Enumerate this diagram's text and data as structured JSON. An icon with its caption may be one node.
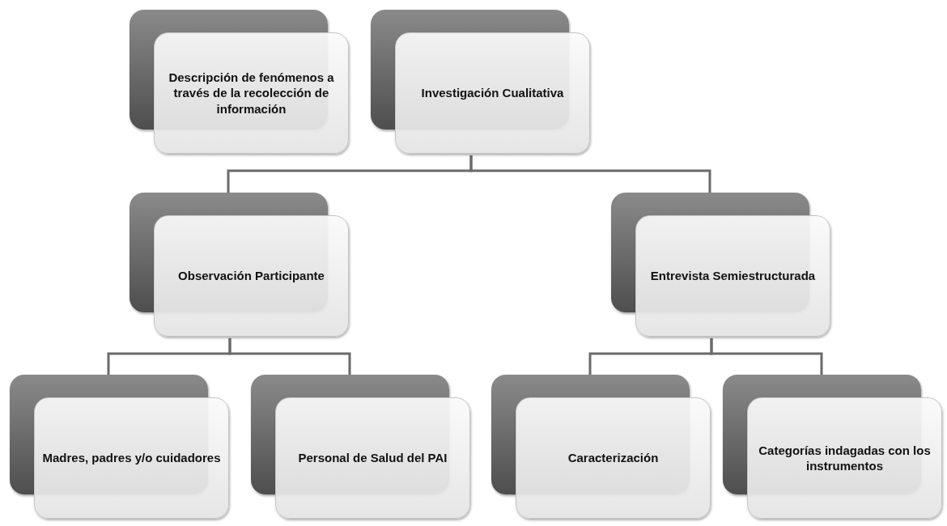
{
  "diagram": {
    "nodes": [
      {
        "text": [
          "Descripción de fenómenos a través de la recolección de información"
        ]
      },
      {
        "text": [
          "Investigación Cualitativa"
        ]
      },
      {
        "text": [
          "Observación Participante"
        ]
      },
      {
        "text": [
          "Entrevista Semiestructurada"
        ]
      },
      {
        "text": [
          "Madres, padres y/o cuidadores"
        ]
      },
      {
        "text": [
          "Personal de Salud del PAI"
        ]
      },
      {
        "text": [
          "Caracterización"
        ]
      },
      {
        "text": [
          "Categorías indagadas con los instrumentos"
        ]
      }
    ],
    "edges": [
      {
        "from": 1,
        "to": 2,
        "arrow": "none"
      },
      {
        "from": 1,
        "to": 3,
        "arrow": "none"
      },
      {
        "from": 2,
        "to": 4,
        "arrow": "none"
      },
      {
        "from": 2,
        "to": 5,
        "arrow": "none"
      },
      {
        "from": 3,
        "to": 6,
        "arrow": "none"
      },
      {
        "from": 3,
        "to": 7,
        "arrow": "none"
      }
    ]
  }
}
